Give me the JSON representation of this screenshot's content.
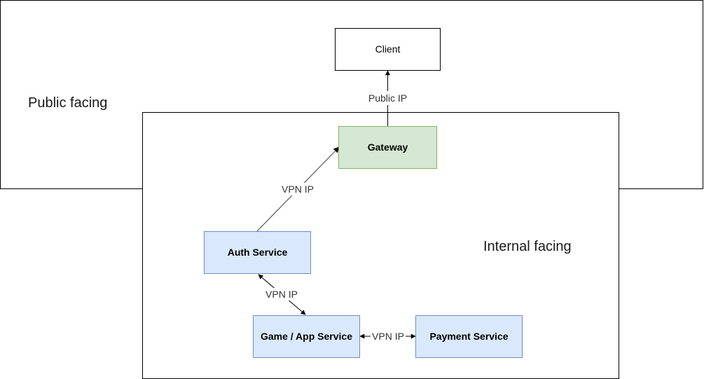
{
  "zones": {
    "public": {
      "label": "Public facing"
    },
    "internal": {
      "label": "Internal facing"
    }
  },
  "nodes": {
    "client": {
      "label": "Client",
      "fill": "#ffffff",
      "stroke": "#000000"
    },
    "gateway": {
      "label": "Gateway",
      "fill": "#d5e8d4",
      "stroke": "#82b366"
    },
    "auth": {
      "label": "Auth Service",
      "fill": "#dae8fc",
      "stroke": "#6c8ebf"
    },
    "game": {
      "label": "Game / App Service",
      "fill": "#dae8fc",
      "stroke": "#6c8ebf"
    },
    "payment": {
      "label": "Payment Service",
      "fill": "#dae8fc",
      "stroke": "#6c8ebf"
    }
  },
  "edges": {
    "gateway_client": {
      "label": "Public IP"
    },
    "auth_gateway": {
      "label": "VPN IP"
    },
    "auth_game": {
      "label": "VPN IP"
    },
    "game_payment": {
      "label": "VPN IP"
    }
  }
}
